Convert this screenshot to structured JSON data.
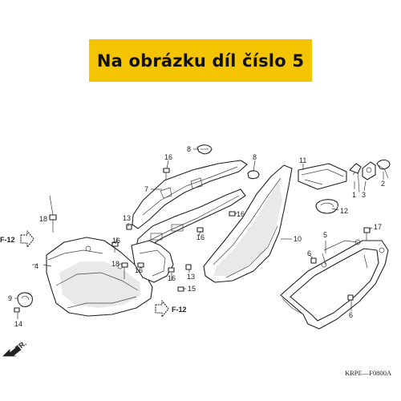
{
  "banner": {
    "text": "Na obrázku díl číslo 5",
    "color": "#f5c400"
  },
  "callouts": {
    "c1": "1",
    "c2": "2",
    "c3": "3",
    "c4": "4",
    "c5": "5",
    "c6a": "6",
    "c6b": "6",
    "c7": "7",
    "c8a": "8",
    "c8b": "8",
    "c9": "9",
    "c10": "10",
    "c11": "11",
    "c12": "12",
    "c13a": "13",
    "c13b": "13",
    "c14": "14",
    "c15": "15",
    "c16a": "16",
    "c16b": "16",
    "c16c": "16",
    "c16d": "16",
    "c16e": "16",
    "c16f": "16",
    "c17": "17",
    "c18a": "18",
    "c18b": "18"
  },
  "refs": {
    "left": "F-12",
    "bottom": "F-12"
  },
  "direction": "FR.",
  "diagram_code": "KRPE—F0800A",
  "icons": [
    "fr-arrow-icon",
    "f12-ref-arrow-icon"
  ]
}
